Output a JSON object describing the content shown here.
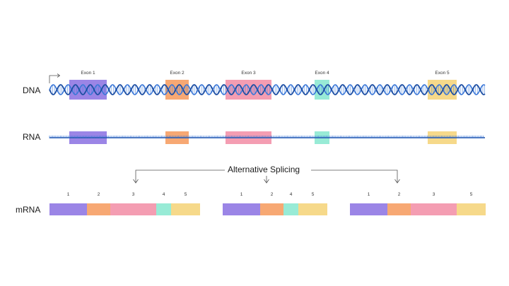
{
  "labels": {
    "dna": "DNA",
    "rna": "RNA",
    "mrna": "mRNA"
  },
  "splicing_label": "Alternative Splicing",
  "exons": [
    {
      "name": "Exon 1",
      "short": "1",
      "color": "#9B85E6"
    },
    {
      "name": "Exon 2",
      "short": "2",
      "color": "#F7A873"
    },
    {
      "name": "Exon 3",
      "short": "3",
      "color": "#F49DB2"
    },
    {
      "name": "Exon 4",
      "short": "4",
      "color": "#98EBD6"
    },
    {
      "name": "Exon 5",
      "short": "5",
      "color": "#F6D98A"
    }
  ],
  "mrna_variants": [
    {
      "exons": [
        "1",
        "2",
        "3",
        "4",
        "5"
      ]
    },
    {
      "exons": [
        "1",
        "2",
        "4",
        "5"
      ]
    },
    {
      "exons": [
        "1",
        "2",
        "3",
        "5"
      ]
    }
  ],
  "colors": {
    "helix": "#1E4FA3",
    "helix_light": "#3B78D8",
    "line": "#555555"
  }
}
